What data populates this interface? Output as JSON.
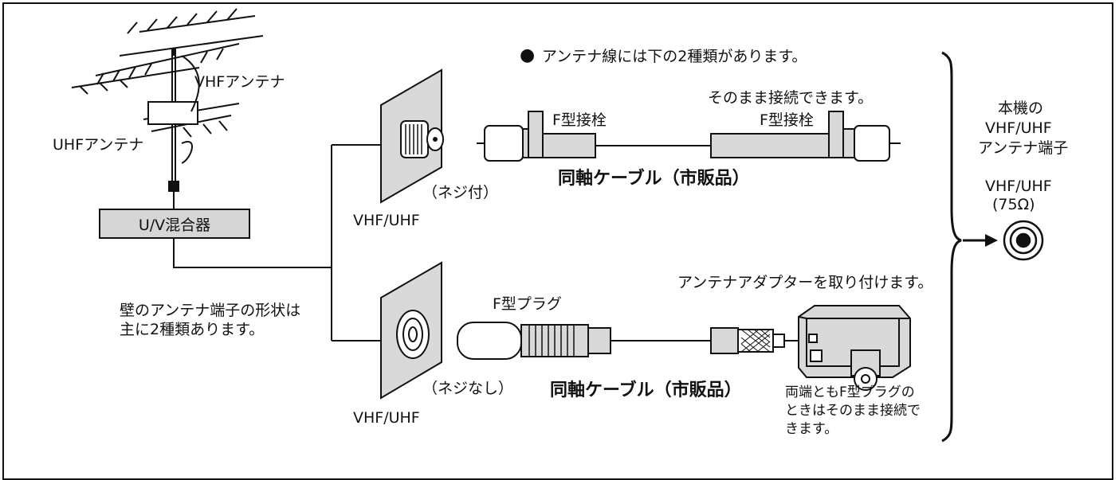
{
  "labels": {
    "vhf_antenna": "VHFアンテナ",
    "uhf_antenna": "UHFアンテナ",
    "mixer": "U/V混合器",
    "wall_terminal_note_line1": "壁のアンテナ端子の形状は",
    "wall_terminal_note_line2": "主に2種類あります。",
    "cable_types_bullet": "●",
    "cable_types_note": "アンテナ線には下の2種類があります。",
    "direct_connect_top": "そのまま接続できます。",
    "f_connector_left": "F型接栓",
    "f_connector_right": "F型接栓",
    "threaded": "（ネジ付）",
    "coax_cable_top": "同軸ケーブル（市販品）",
    "wall_vhf_uhf_top": "VHF/UHF",
    "adapter_note": "アンテナアダプターを取り付けます。",
    "f_plug": "F型プラグ",
    "unthreaded": "（ネジなし）",
    "coax_cable_bottom": "同軸ケーブル（市販品）",
    "wall_vhf_uhf_bottom": "VHF/UHF",
    "both_ends_line1": "両端ともF型プラグの",
    "both_ends_line2": "ときはそのまま接続で",
    "both_ends_line3": "きます。",
    "device_line1": "本機の",
    "device_line2": "VHF/UHF",
    "device_line3": "アンテナ端子",
    "device_port_line1": "VHF/UHF",
    "device_port_line2": "(75Ω)"
  },
  "icons": [
    "antenna-icon",
    "wall-plate-icon",
    "f-connector-icon",
    "f-plug-icon",
    "antenna-adapter-icon",
    "device-port-icon",
    "arrow-right-icon",
    "brace-icon"
  ],
  "colors": {
    "panel_gray": "#d6d6d6",
    "line": "#111111"
  }
}
